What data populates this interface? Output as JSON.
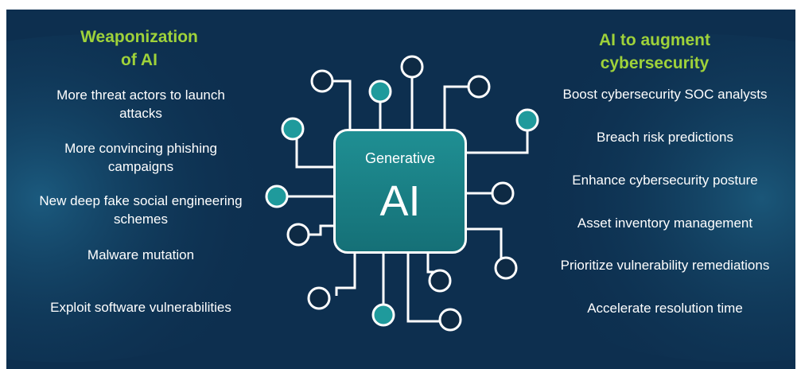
{
  "colors": {
    "background": "#0d2f4f",
    "heading": "#9fd23a",
    "text": "#ffffff",
    "chip": "#1a8087",
    "node_teal": "#1f9a9c",
    "node_dark": "#0e2a44"
  },
  "left": {
    "heading_line1": "Weaponization",
    "heading_line2": "of AI",
    "items": [
      {
        "line1": "More threat actors to launch",
        "line2": "attacks"
      },
      {
        "line1": "More convincing phishing",
        "line2": "campaigns"
      },
      {
        "line1": "New deep fake social engineering",
        "line2": "schemes"
      },
      {
        "line1": "Malware mutation",
        "line2": ""
      },
      {
        "line1": "Exploit software vulnerabilities",
        "line2": ""
      }
    ]
  },
  "right": {
    "heading_line1": "AI to augment",
    "heading_line2": "cybersecurity",
    "items": [
      "Boost cybersecurity SOC analysts",
      "Breach risk predictions",
      "Enhance cybersecurity posture",
      "Asset inventory management",
      "Prioritize vulnerability remediations",
      "Accelerate resolution time"
    ]
  },
  "chip": {
    "label": "Generative",
    "title": "AI"
  }
}
